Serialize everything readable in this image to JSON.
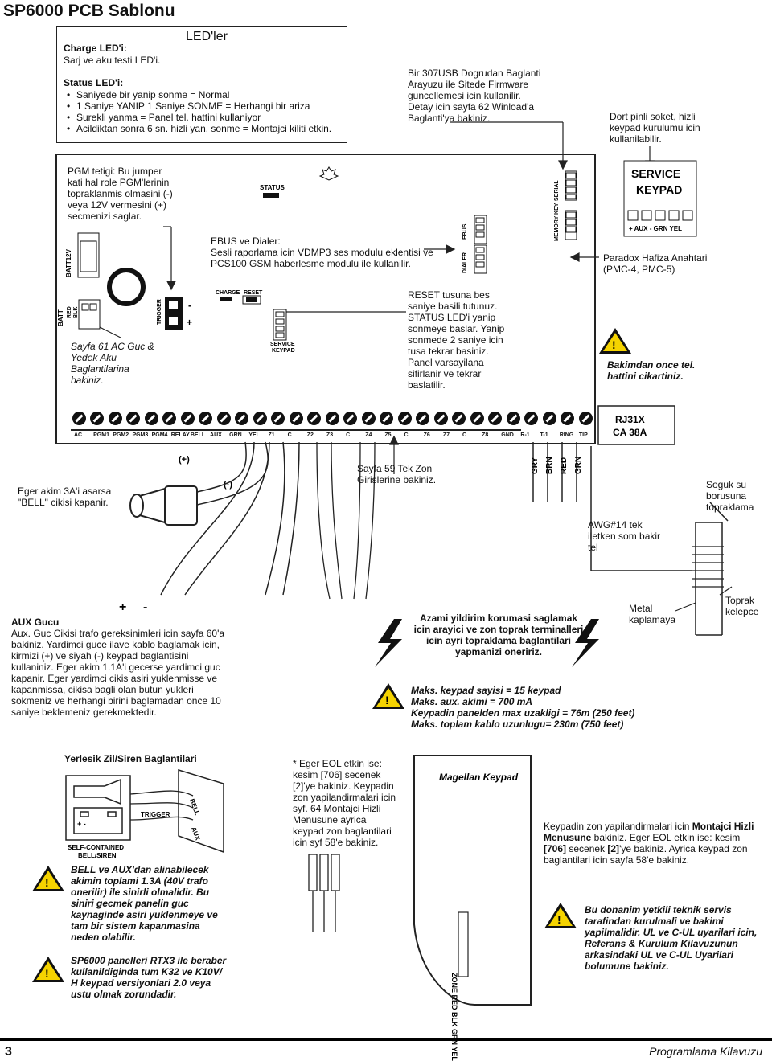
{
  "title": "SP6000 PCB Sablonu",
  "led_box": {
    "header": "LED'ler",
    "charge_title": "Charge LED'i:",
    "charge_text": "Sarj ve aku testi LED'i.",
    "status_title": "Status LED'i:",
    "status_items": [
      "Saniyede bir yanip sonme = Normal",
      "1 Saniye YANIP 1 Saniye SONME = Herhangi bir ariza",
      "Surekli yanma = Panel tel. hattini kullaniyor",
      "Acildiktan sonra 6 sn. hizli yan. sonme = Montajci kiliti etkin."
    ]
  },
  "callouts": {
    "usb": [
      "Bir 307USB Dogrudan Baglanti",
      "Arayuzu ile Sitede Firmware",
      "guncellemesi icin kullanilir.",
      "Detay icin sayfa 62 Winload'a",
      "Baglanti'ya bakiniz."
    ],
    "four_pin": [
      "Dort pinli soket, hizli",
      "keypad kurulumu icin",
      "kullanilabilir."
    ],
    "pgm": [
      "PGM tetigi: Bu jumper",
      "kati hal role PGM'lerinin",
      "topraklanmis olmasini (-)",
      "veya 12V vermesini (+)",
      "secmenizi saglar."
    ],
    "ebus": [
      "EBUS ve Dialer:",
      "Sesli raporlama icin VDMP3 ses modulu eklentisi ve",
      "PCS100 GSM haberlesme modulu ile kullanilir."
    ],
    "paradox": [
      "Paradox Hafiza Anahtari",
      "(PMC-4, PMC-5)"
    ],
    "reset": [
      "RESET tusuna bes",
      "saniye basili tutunuz.",
      "STATUS LED'i yanip",
      "sonmeye baslar. Yanip",
      "sonmede 2 saniye icin",
      "tusa tekrar basiniz.",
      "Panel varsayilana",
      "sifirlanir ve tekrar",
      "baslatilir."
    ],
    "battery": [
      "Sayfa 61 AC Guc &",
      "Yedek Aku",
      "Baglantilarina",
      "bakiniz."
    ],
    "caution": [
      "Bakimdan once tel.",
      "hattini cikartiniz."
    ],
    "bell": [
      "Eger akim 3A'i asarsa",
      "\"BELL\" cikisi kapanir."
    ],
    "zone": [
      "Sayfa 59 Tek Zon",
      "Girislerine bakiniz."
    ],
    "ground": [
      "Soguk su",
      "borusuna",
      "topraklama"
    ],
    "awg": [
      "AWG#14 tek",
      "iletken som bakir",
      "tel"
    ],
    "metal": [
      "Metal",
      "kaplamaya"
    ],
    "clamp": [
      "Toprak",
      "kelepce"
    ],
    "aux_title": "AUX Gucu",
    "aux_text": [
      "Aux. Guc Cikisi trafo gereksinimleri icin sayfa 60'a",
      "bakiniz. Yardimci guce ilave kablo baglamak icin,",
      "kirmizi (+) ve siyah (-) keypad baglantisini",
      "kullaniniz. Eger akim 1.1A'i gecerse yardimci guc",
      "kapanir. Eger yardimci cikis asiri yuklenmisse ve",
      "kapanmissa, cikisa bagli olan butun yukleri",
      "sokmeniz ve herhangi birini baglamadan once 10",
      "saniye beklemeniz gerekmektedir."
    ],
    "lightning": [
      "Azami yildirim korumasi saglamak",
      "icin arayici ve zon toprak terminalleri",
      "icin ayri topraklama baglantilari",
      "yapmanizi oneririz."
    ],
    "specs": [
      "Maks. keypad sayisi = 15 keypad",
      "Maks. aux. akimi = 700 mA",
      "Keypadin panelden max uzakligi = 76m (250 feet)",
      "Maks. toplam kablo uzunlugu= 230m (750 feet)"
    ],
    "siren_title": "Yerlesik Zil/Siren Baglantilari",
    "bell_warn": [
      "BELL ve AUX'dan alinabilecek",
      "akimin toplami 1.3A (40V trafo",
      "onerilir) ile sinirli olmalidir. Bu",
      "siniri gecmek panelin guc",
      "kaynaginde asiri yuklenmeye ve",
      "tam bir sistem kapanmasina",
      "neden olabilir."
    ],
    "rtx3": [
      "SP6000 panelleri RTX3 ile beraber",
      "kullanildiginda tum K32 ve K10V/",
      "H keypad versiyonlari 2.0 veya",
      "ustu olmak zorundadir."
    ],
    "eol": [
      "* Eger EOL etkin ise:",
      "kesim [706] secenek",
      "[2]'ye bakiniz. Keypadin",
      "zon yapilandirmalari icin",
      "syf. 64 Montajci Hizli",
      "Menusune ayrica",
      "keypad zon baglantilari",
      "icin syf 58'e bakiniz."
    ],
    "keypad_zone_1": "Keypadin zon yapilandirmalari icin ",
    "keypad_zone_bold1": "Montajci Hizli",
    "keypad_zone_bold2": "Menusune",
    "keypad_zone_2": " bakiniz. Eger EOL etkin ise: kesim",
    "keypad_zone_bold3": "[706]",
    "keypad_zone_3": " secenek ",
    "keypad_zone_bold4": "[2]",
    "keypad_zone_4": "'ye bakiniz. Ayrica keypad zon",
    "keypad_zone_5": "baglantilari icin sayfa 58'e bakiniz.",
    "ul": [
      "Bu donanim yetkili teknik servis",
      "tarafindan kurulmali ve bakimi",
      "yapilmalidir. UL ve C-UL uyarilari icin,",
      "Referans & Kurulum Kilavuzunun",
      "arkasindaki UL ve C-UL Uyarilari",
      "bolumune bakiniz."
    ]
  },
  "board": {
    "status": "STATUS",
    "serial": "SERIAL",
    "memory_key": "MEMORY KEY",
    "ebus": "EBUS",
    "dialer": "DIALER",
    "service_keypad_big": [
      "SERVICE",
      "KEYPAD"
    ],
    "sk_pins": [
      "+",
      "AUX",
      "-",
      "GRN",
      "YEL"
    ],
    "charge": "CHARGE",
    "reset": "RESET",
    "service_keypad_small": [
      "SERVICE",
      "KEYPAD"
    ],
    "trigger": "TRIGGER",
    "batt": "BATT",
    "batt_12v": "BATT12V",
    "red": "RED",
    "blk": "BLK",
    "plus": "+",
    "minus": "-",
    "rj31x": [
      "RJ31X",
      "CA 38A"
    ],
    "terminal_labels": [
      "AC",
      "PGM1",
      "PGM2",
      "PGM3",
      "PGM4",
      "RELAY",
      "BELL",
      "AUX",
      "GRN",
      "YEL",
      "Z1",
      "C",
      "Z2",
      "Z3",
      "C",
      "Z4",
      "Z5",
      "C",
      "Z6",
      "Z7",
      "C",
      "Z8",
      "GND",
      "R-1",
      "T-1",
      "RING",
      "TIP"
    ],
    "wire_labels": [
      "GRY",
      "BRN",
      "RED",
      "GRN"
    ],
    "plus_label": "(+)",
    "minus_label": "(-)",
    "aux_plus": "+",
    "aux_minus": "-"
  },
  "siren_box": {
    "trigger": "TRIGGER",
    "self_contained": [
      "SELF-CONTAINED",
      "BELL/SIREN"
    ],
    "bell": "BELL",
    "aux": "AUX"
  },
  "magellan": {
    "label": "Magellan Keypad",
    "strip": "ZONE RED BLK GRN YEL"
  },
  "footer": {
    "page_number": "3",
    "right": "Programlama Kilavuzu"
  }
}
